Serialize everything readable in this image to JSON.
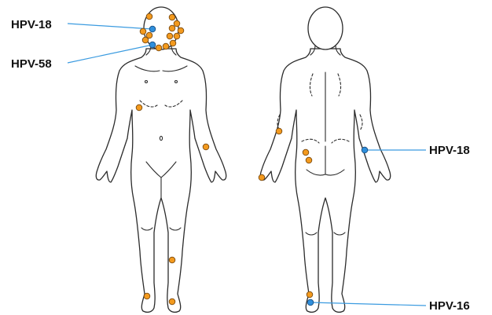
{
  "colors": {
    "lesion_hpv_unspecified": "#f39a1e",
    "lesion_hpv_typed": "#2f8fdc",
    "lesion_border": "#7a4a10",
    "leader_line": "#3b9be0"
  },
  "labels": {
    "front_face_upper": "HPV-18",
    "front_face_lower": "HPV-58",
    "back_wrist": "HPV-18",
    "back_heel": "HPV-16"
  }
}
